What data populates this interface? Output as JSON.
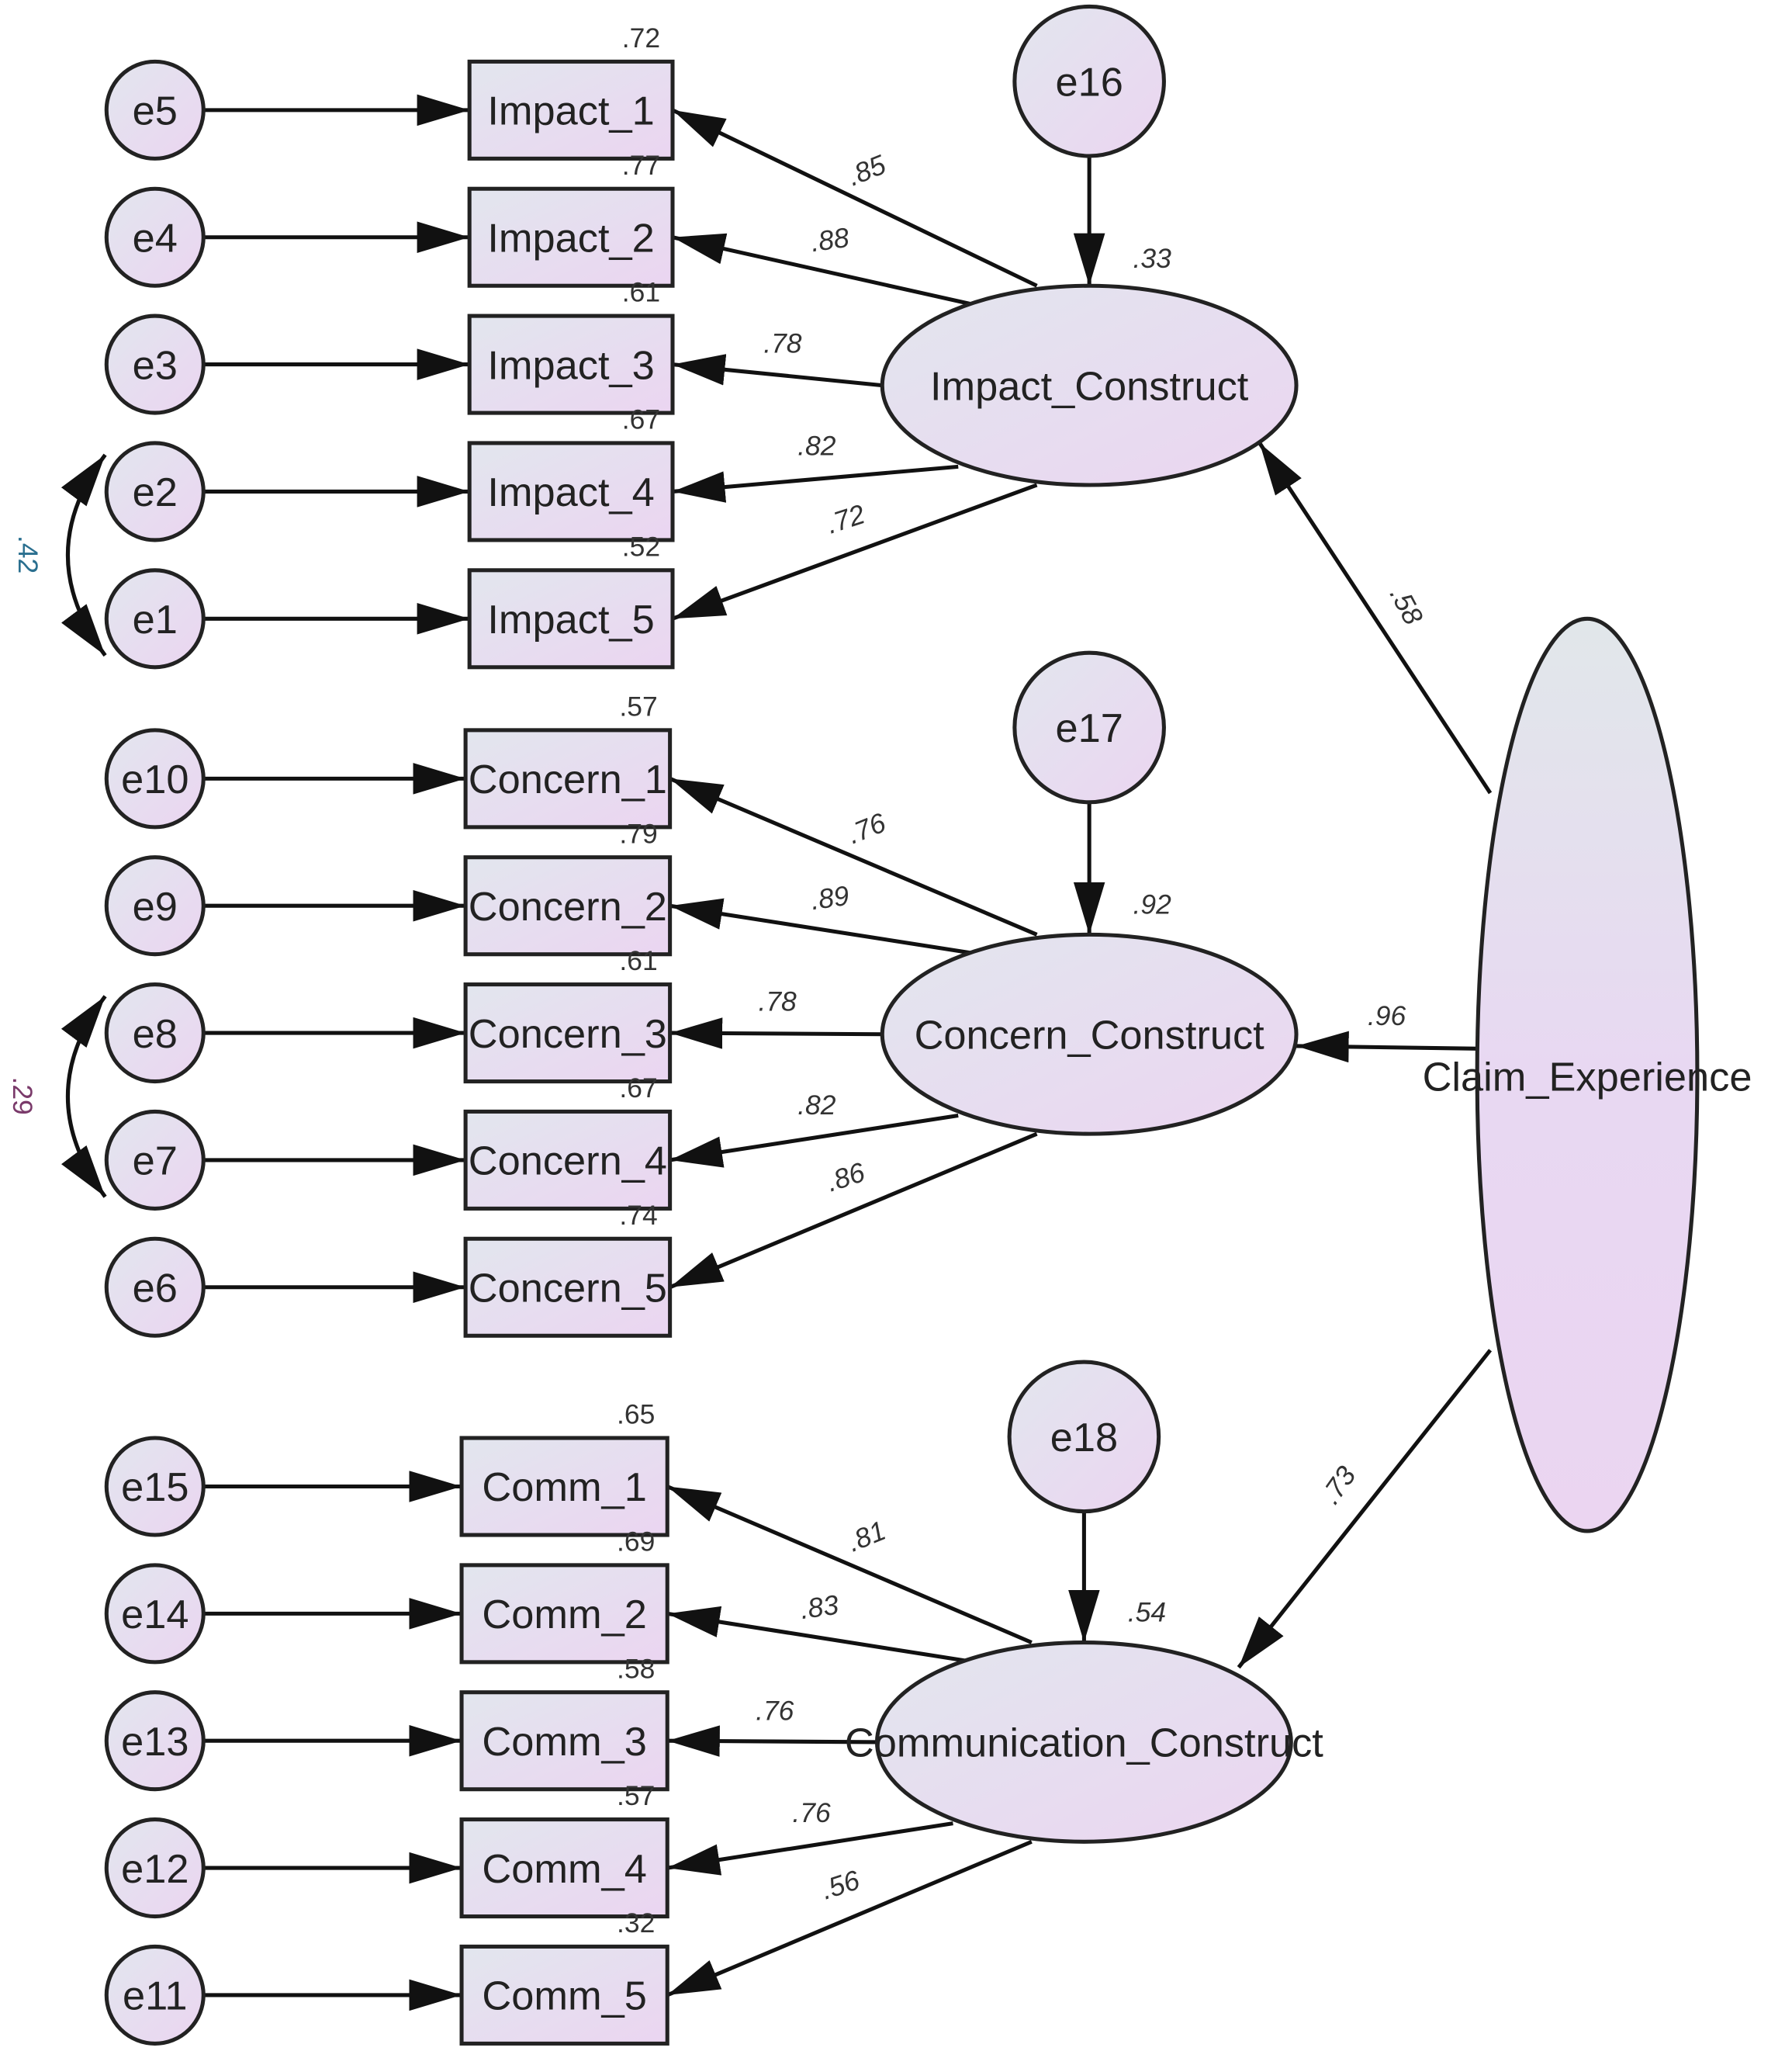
{
  "diagram": {
    "type": "SEM path diagram (second-order CFA, standardized estimates)",
    "second_order_factor": {
      "id": "claim",
      "label": "Claim_Experience"
    },
    "factors": [
      {
        "id": "impact",
        "label": "Impact_Construct",
        "disturbance": "e16",
        "r2": ".33",
        "path_from_claim": ".58"
      },
      {
        "id": "concern",
        "label": "Concern_Construct",
        "disturbance": "e17",
        "r2": ".92",
        "path_from_claim": ".96"
      },
      {
        "id": "comm",
        "label": "Communication_Construct",
        "disturbance": "e18",
        "r2": ".54",
        "path_from_claim": ".73"
      }
    ],
    "indicators": [
      {
        "label": "Impact_1",
        "error": "e5",
        "factor": "impact",
        "loading": ".85",
        "r2": ".72"
      },
      {
        "label": "Impact_2",
        "error": "e4",
        "factor": "impact",
        "loading": ".88",
        "r2": ".77"
      },
      {
        "label": "Impact_3",
        "error": "e3",
        "factor": "impact",
        "loading": ".78",
        "r2": ".61"
      },
      {
        "label": "Impact_4",
        "error": "e2",
        "factor": "impact",
        "loading": ".82",
        "r2": ".67"
      },
      {
        "label": "Impact_5",
        "error": "e1",
        "factor": "impact",
        "loading": ".72",
        "r2": ".52"
      },
      {
        "label": "Concern_1",
        "error": "e10",
        "factor": "concern",
        "loading": ".76",
        "r2": ".57"
      },
      {
        "label": "Concern_2",
        "error": "e9",
        "factor": "concern",
        "loading": ".89",
        "r2": ".79"
      },
      {
        "label": "Concern_3",
        "error": "e8",
        "factor": "concern",
        "loading": ".78",
        "r2": ".61"
      },
      {
        "label": "Concern_4",
        "error": "e7",
        "factor": "concern",
        "loading": ".82",
        "r2": ".67"
      },
      {
        "label": "Concern_5",
        "error": "e6",
        "factor": "concern",
        "loading": ".86",
        "r2": ".74"
      },
      {
        "label": "Comm_1",
        "error": "e15",
        "factor": "comm",
        "loading": ".81",
        "r2": ".65"
      },
      {
        "label": "Comm_2",
        "error": "e14",
        "factor": "comm",
        "loading": ".83",
        "r2": ".69"
      },
      {
        "label": "Comm_3",
        "error": "e13",
        "factor": "comm",
        "loading": ".76",
        "r2": ".58"
      },
      {
        "label": "Comm_4",
        "error": "e12",
        "factor": "comm",
        "loading": ".76",
        "r2": ".57"
      },
      {
        "label": "Comm_5",
        "error": "e11",
        "factor": "comm",
        "loading": ".56",
        "r2": ".32"
      }
    ],
    "covariances": [
      {
        "between": [
          "e2",
          "e1"
        ],
        "value": ".42",
        "color": "#2a6f8f"
      },
      {
        "between": [
          "e8",
          "e7"
        ],
        "value": ".29",
        "color": "#7a3a6a"
      }
    ],
    "colors": {
      "fill_start": "#e2e6ee",
      "fill_end": "#ebd5f1",
      "stroke": "#222222"
    }
  }
}
